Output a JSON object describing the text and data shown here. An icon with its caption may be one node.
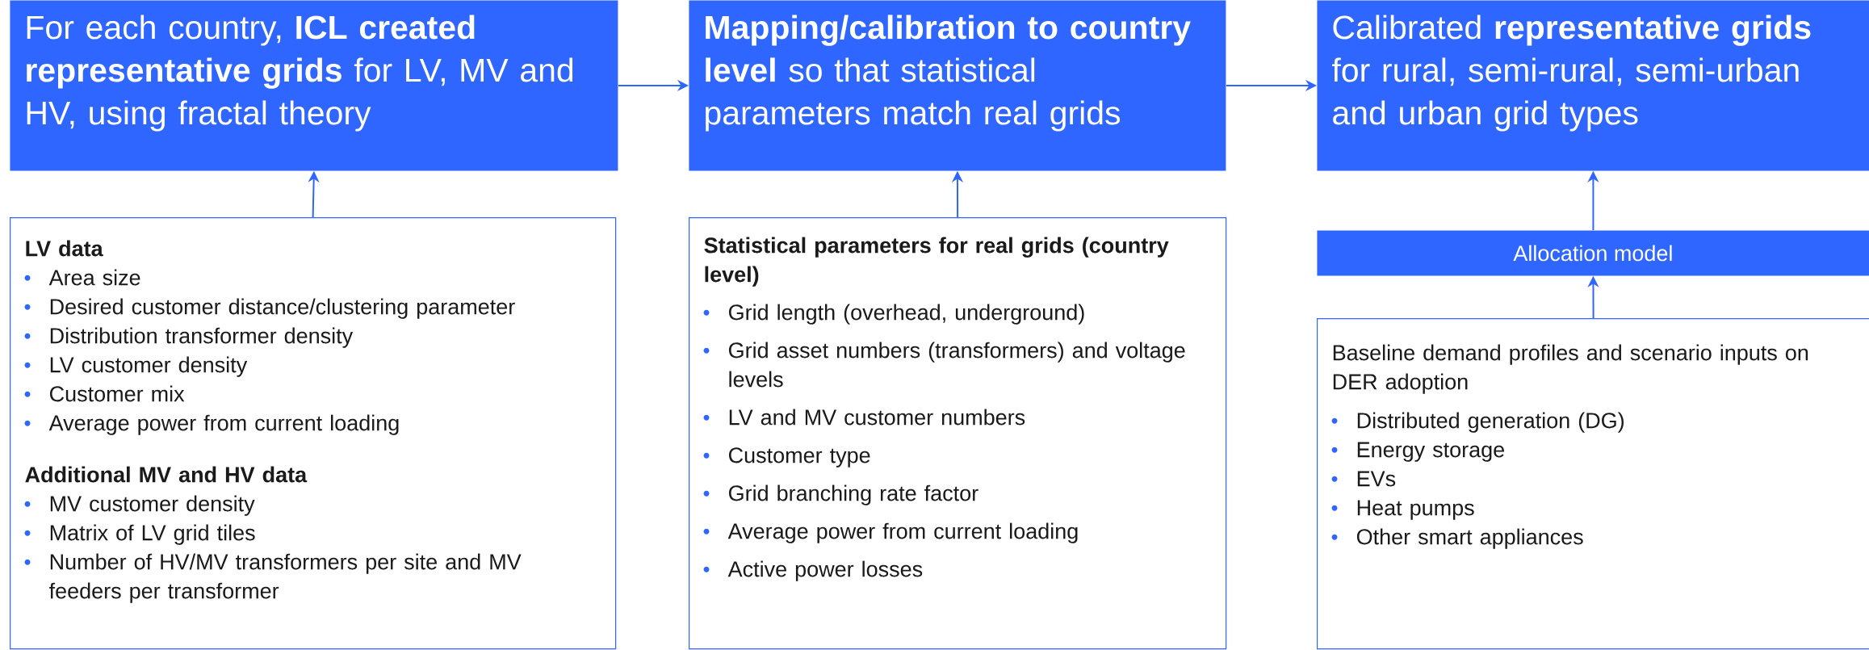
{
  "diagram": {
    "nodes": [
      {
        "text": [
          "For each country, **ICL created representative grids** for LV, MV and HV, using fractal theory"
        ]
      },
      {
        "text": [
          "**Mapping/calibration to country level** so that statistical parameters match real grids"
        ]
      },
      {
        "text": [
          "Calibrated **representative grids** for rural, semi-rural, semi-urban and urban grid types"
        ]
      },
      {
        "text": [
          "LV data",
          "Area size",
          "Desired customer distance/clustering parameter",
          "Distribution transformer density",
          "LV customer density",
          "Customer mix",
          "Average power from current loading",
          "Additional MV and HV data",
          "MV customer density",
          "Matrix of LV grid tiles",
          "Number of HV/MV transformers per site and MV feeders per transformer"
        ]
      },
      {
        "text": [
          "Statistical parameters for real grids (country level)",
          "Grid length (overhead, underground)",
          "Grid asset numbers (transformers) and voltage levels",
          "LV and MV customer numbers",
          "Customer type",
          "Grid branching rate factor",
          "Average power from current loading",
          "Active power losses"
        ]
      },
      {
        "text": [
          "Allocation model"
        ]
      },
      {
        "text": [
          "Baseline demand profiles and scenario inputs on DER adoption",
          "Distributed generation (DG)",
          "Energy storage",
          "EVs",
          "Heat pumps",
          "Other smart appliances"
        ]
      }
    ],
    "edges": [
      {
        "from": 0,
        "to": 1,
        "arrow": "to"
      },
      {
        "from": 1,
        "to": 2,
        "arrow": "to"
      },
      {
        "from": 3,
        "to": 0,
        "arrow": "to"
      },
      {
        "from": 4,
        "to": 1,
        "arrow": "to"
      },
      {
        "from": 5,
        "to": 2,
        "arrow": "to"
      },
      {
        "from": 6,
        "to": 5,
        "arrow": "to"
      }
    ]
  }
}
